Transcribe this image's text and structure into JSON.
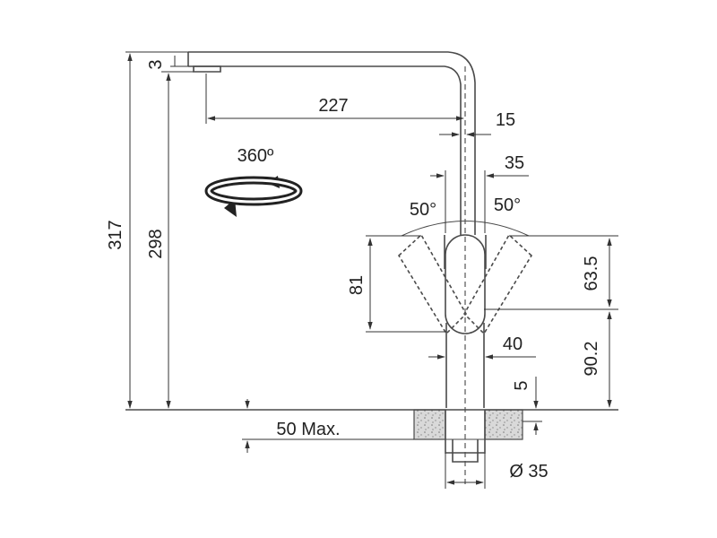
{
  "labels": {
    "total_height": "317",
    "spout_height": "298",
    "spout_thickness": "3",
    "spout_reach": "227",
    "spout_width": "15",
    "handle_width": "35",
    "rotation": "360º",
    "angle_left": "50°",
    "angle_right": "50°",
    "handle_height": "81",
    "handle_top": "63.5",
    "body_width": "40",
    "handle_base_height": "90.2",
    "base_offset": "5",
    "max_thickness": "50 Max.",
    "hole_diameter": "Ø 35"
  },
  "colors": {
    "line": "#4a4a4a",
    "stone": "#d9d9d9",
    "text": "#222222"
  },
  "icons": {
    "rotation": "rotate-360-icon"
  }
}
